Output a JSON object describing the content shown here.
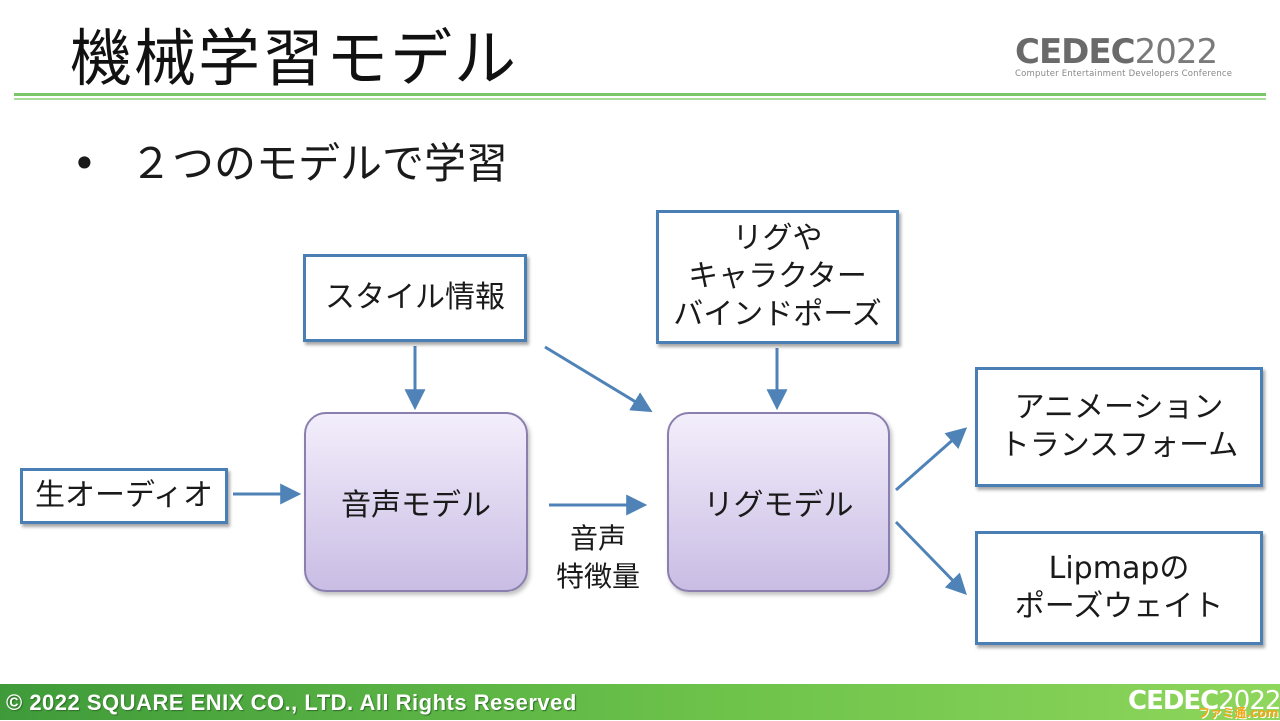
{
  "slide": {
    "title": "機械学習モデル",
    "bullet_marker": "•",
    "bullet_text": "２つのモデルで学習"
  },
  "logo": {
    "bold": "CEDEC",
    "light": "2022",
    "subtitle": "Computer Entertainment Developers Conference"
  },
  "diagram": {
    "style_info": "スタイル情報",
    "rig_info": [
      "リグや",
      "キャラクター",
      "バインドポーズ"
    ],
    "raw_audio": "生オーディオ",
    "audio_model": "音声モデル",
    "audio_features": [
      "音声",
      "特徴量"
    ],
    "rig_model": "リグモデル",
    "anim_transform": [
      "アニメーション",
      "トランスフォーム"
    ],
    "lipmap_weights": [
      "Lipmapの",
      "ポーズウェイト"
    ]
  },
  "footer": {
    "copyright": "© 2022 SQUARE ENIX CO., LTD. All Rights Reserved",
    "logo_bold": "CEDEC",
    "logo_light": "2022",
    "watermark": "ファミ通.com"
  },
  "colors": {
    "box_border": "#4a7fb5",
    "arrow": "#4f83b8",
    "model_fill_top": "#f3eefb",
    "model_fill_bottom": "#c9bde4",
    "title_rule": "#7cc66a",
    "footer_green": "#5fb648"
  }
}
